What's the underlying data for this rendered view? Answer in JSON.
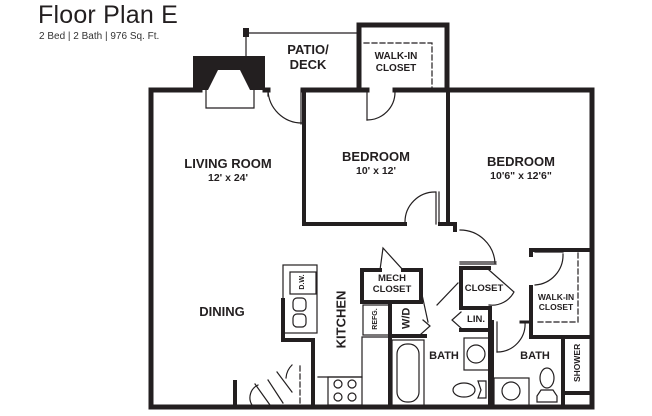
{
  "header": {
    "title": "Floor Plan E",
    "subtitle": "2 Bed | 2 Bath | 976 Sq. Ft."
  },
  "rooms": {
    "patio": {
      "label": "PATIO/\nDECK",
      "line1": "PATIO/",
      "line2": "DECK"
    },
    "walkin_top": {
      "line1": "WALK-IN",
      "line2": "CLOSET"
    },
    "living": {
      "label": "LIVING ROOM",
      "size": "12' x 24'"
    },
    "bedroom1": {
      "label": "BEDROOM",
      "size": "10' x 12'"
    },
    "bedroom2": {
      "label": "BEDROOM",
      "size": "10'6\" x 12'6\""
    },
    "dining": {
      "label": "DINING"
    },
    "kitchen": {
      "label": "KITCHEN"
    },
    "dw": {
      "label": "D.W."
    },
    "refg": {
      "label": "REFG."
    },
    "mech": {
      "line1": "MECH",
      "line2": "CLOSET"
    },
    "wd": {
      "label": "W/D"
    },
    "closet": {
      "label": "CLOSET"
    },
    "linen": {
      "label": "LIN."
    },
    "bath1": {
      "label": "BATH"
    },
    "bath2": {
      "label": "BATH"
    },
    "walkin_right": {
      "line1": "WALK-IN",
      "line2": "CLOSET"
    },
    "shower": {
      "label": "SHOWER"
    }
  },
  "colors": {
    "wall": "#231f20",
    "background": "#ffffff"
  }
}
